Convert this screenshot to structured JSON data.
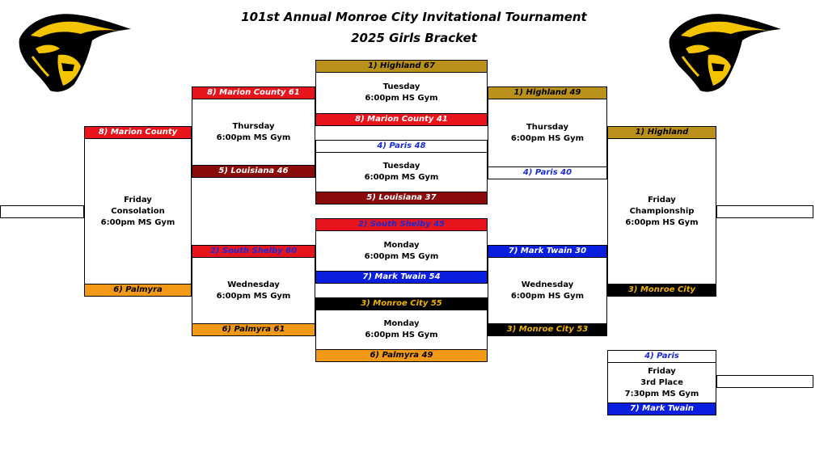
{
  "title": "101st Annual Monroe City Invitational Tournament",
  "subtitle": "2025 Girls Bracket",
  "colors": {
    "gold": "#b8901a",
    "red": "#e8141b",
    "maroon": "#8b0b0b",
    "blue": "#0a1ee0",
    "black": "#000000",
    "orange": "#f29a17",
    "logo_yellow": "#f5c400"
  },
  "logos": {
    "left": "panther-logo-icon",
    "right": "panther-logo-icon"
  },
  "games": {
    "tue_hs": {
      "day": "Tuesday",
      "time": "6:00pm HS Gym",
      "top": "1) Highland  67",
      "bottom": "8) Marion County  41"
    },
    "tue_ms": {
      "day": "Tuesday",
      "time": "6:00pm MS Gym",
      "top": "4) Paris  48",
      "bottom": "5) Louisiana  37"
    },
    "mon_ms": {
      "day": "Monday",
      "time": "6:00pm MS Gym",
      "top": "2) South Shelby 45",
      "bottom": "7) Mark Twain 54"
    },
    "mon_hs": {
      "day": "Monday",
      "time": "6:00pm HS Gym",
      "top": "3) Monroe City 55",
      "bottom": "6) Palmyra 49"
    },
    "thu_ms": {
      "day": "Thursday",
      "time": "6:00pm MS Gym",
      "top": "8) Marion County  61",
      "bottom": "5) Louisiana  46"
    },
    "wed_ms": {
      "day": "Wednesday",
      "time": "6:00pm MS Gym",
      "top": "2) South Shelby  60",
      "bottom": "6) Palmyra  61"
    },
    "thu_hs": {
      "day": "Thursday",
      "time": "6:00pm HS Gym",
      "top": "1) Highland  49",
      "bottom": "4) Paris  40"
    },
    "wed_hs": {
      "day": "Wednesday",
      "time": "6:00pm HS Gym",
      "top": "7) Mark Twain  30",
      "bottom": "3) Monroe City  53"
    },
    "consolation": {
      "day": "Friday",
      "name": "Consolation",
      "time": "6:00pm MS Gym",
      "top": "8) Marion County",
      "bottom": "6) Palmyra"
    },
    "championship": {
      "day": "Friday",
      "name": "Championship",
      "time": "6:00pm HS Gym",
      "top": "1) Highland",
      "bottom": "3) Monroe City"
    },
    "third_place": {
      "day": "Friday",
      "name": "3rd Place",
      "time": "7:30pm MS Gym",
      "top": "4) Paris",
      "bottom": "7) Mark Twain"
    }
  }
}
